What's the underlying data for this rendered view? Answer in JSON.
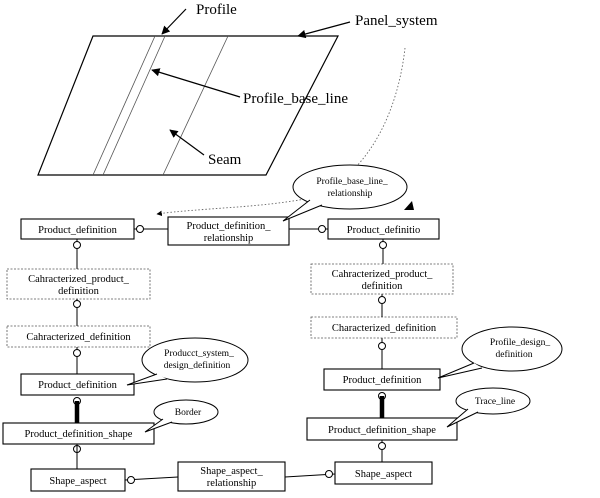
{
  "labels": {
    "profile": "Profile",
    "panel_system": "Panel_system",
    "profile_base_line": "Profile_base_line",
    "seam": "Seam"
  },
  "boxes": {
    "pd_left": "Product_definition",
    "pdr_top_1": "Product_definition_",
    "pdr_top_2": "relationship",
    "pd_right": "Product_definitio",
    "cpd_left_1": "Cahracterized_product_",
    "cpd_left_2": "definition",
    "cpd_right_1": "Cahracterized_product_",
    "cpd_right_2": "definition",
    "cd_left": "Cahracterized_definition",
    "cd_right": "Characterized_definition",
    "pd_left_2": "Product_definition",
    "pd_right_2": "Product_definition",
    "pds_left": "Product_definition_shape",
    "pds_right": "Product_definition_shape",
    "sa_left": "Shape_aspect",
    "sar_1": "Shape_aspect_",
    "sar_2": "relationship",
    "sa_right": "Shape_aspect"
  },
  "bubbles": {
    "pbl_rel_1": "Profile_base_line_",
    "pbl_rel_2": "relationship",
    "psd_1": "Producct_system_",
    "psd_2": "design_definition",
    "prd_1": "Profile_design_",
    "prd_2": "definition",
    "border": "Border",
    "trace_line": "Trace_line"
  }
}
